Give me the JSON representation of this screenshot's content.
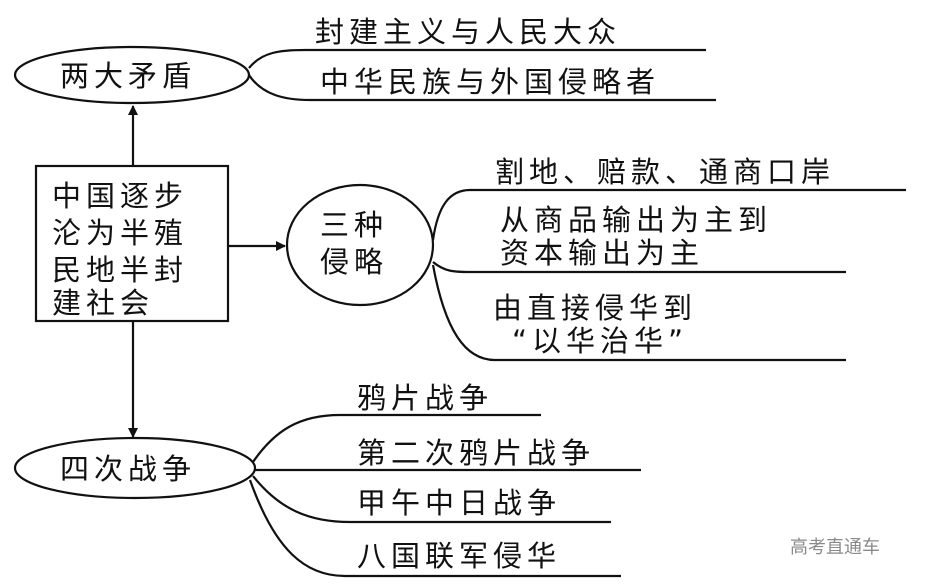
{
  "center": {
    "lines": [
      "中国逐步",
      "沦为半殖",
      "民地半封",
      "建社会"
    ]
  },
  "contradictions": {
    "title": "两大矛盾",
    "items": [
      "封建主义与人民大众",
      "中华民族与外国侵略者"
    ]
  },
  "aggression": {
    "title_lines": [
      "三种",
      "侵略"
    ],
    "items": [
      {
        "lines": [
          "割地、赔款、通商口岸"
        ]
      },
      {
        "lines": [
          "从商品输出为主到",
          "资本输出为主"
        ]
      },
      {
        "lines": [
          "由直接侵华到",
          "“以华治华”"
        ]
      }
    ]
  },
  "wars": {
    "title": "四次战争",
    "items": [
      "鸦片战争",
      "第二次鸦片战争",
      "甲午中日战争",
      "八国联军侵华"
    ]
  },
  "watermark": "高考直通车"
}
